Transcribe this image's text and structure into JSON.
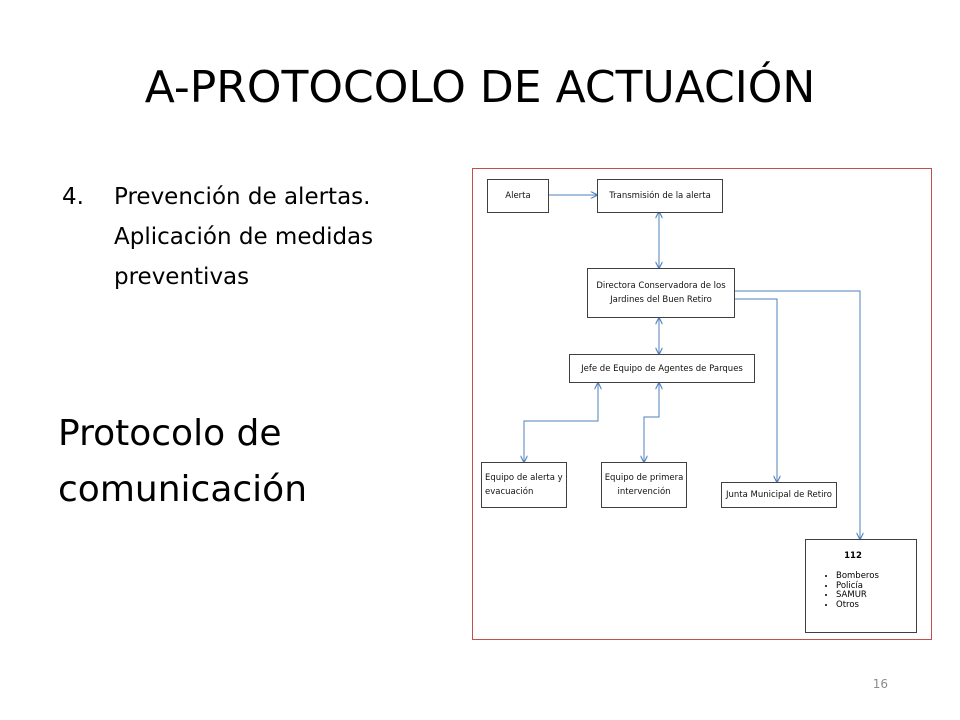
{
  "slide": {
    "title": "A-PROTOCOLO DE ACTUACIÓN",
    "page_number": "16"
  },
  "bullets": [
    {
      "number": "4.",
      "lines": [
        "Prevención de alertas.",
        "Aplicación de medidas",
        "preventivas"
      ]
    }
  ],
  "big_text": {
    "lines": [
      "Protocolo de",
      "comunicación"
    ]
  },
  "diagram": {
    "nodes": {
      "alerta": {
        "lines": [
          "Alerta"
        ]
      },
      "transmision": {
        "lines": [
          "Transmisión de la alerta"
        ]
      },
      "directora": {
        "lines": [
          "Directora Conservadora de los",
          "Jardines del Buen Retiro"
        ]
      },
      "jefe": {
        "lines": [
          "Jefe de Equipo de Agentes de Parques"
        ]
      },
      "equipo_alerta": {
        "lines": [
          "Equipo de alerta y",
          "evacuación"
        ]
      },
      "equipo_primera": {
        "lines": [
          "Equipo de primera",
          "intervención"
        ]
      },
      "junta": {
        "lines": [
          "Junta Municipal de Retiro"
        ]
      },
      "emergencias": {
        "title": "112",
        "items": [
          "Bomberos",
          "Policía",
          "SAMUR",
          "Otros"
        ]
      }
    },
    "colors": {
      "frame_border": "#c0504d",
      "connector": "#4f81bd",
      "node_border": "#404040"
    }
  }
}
